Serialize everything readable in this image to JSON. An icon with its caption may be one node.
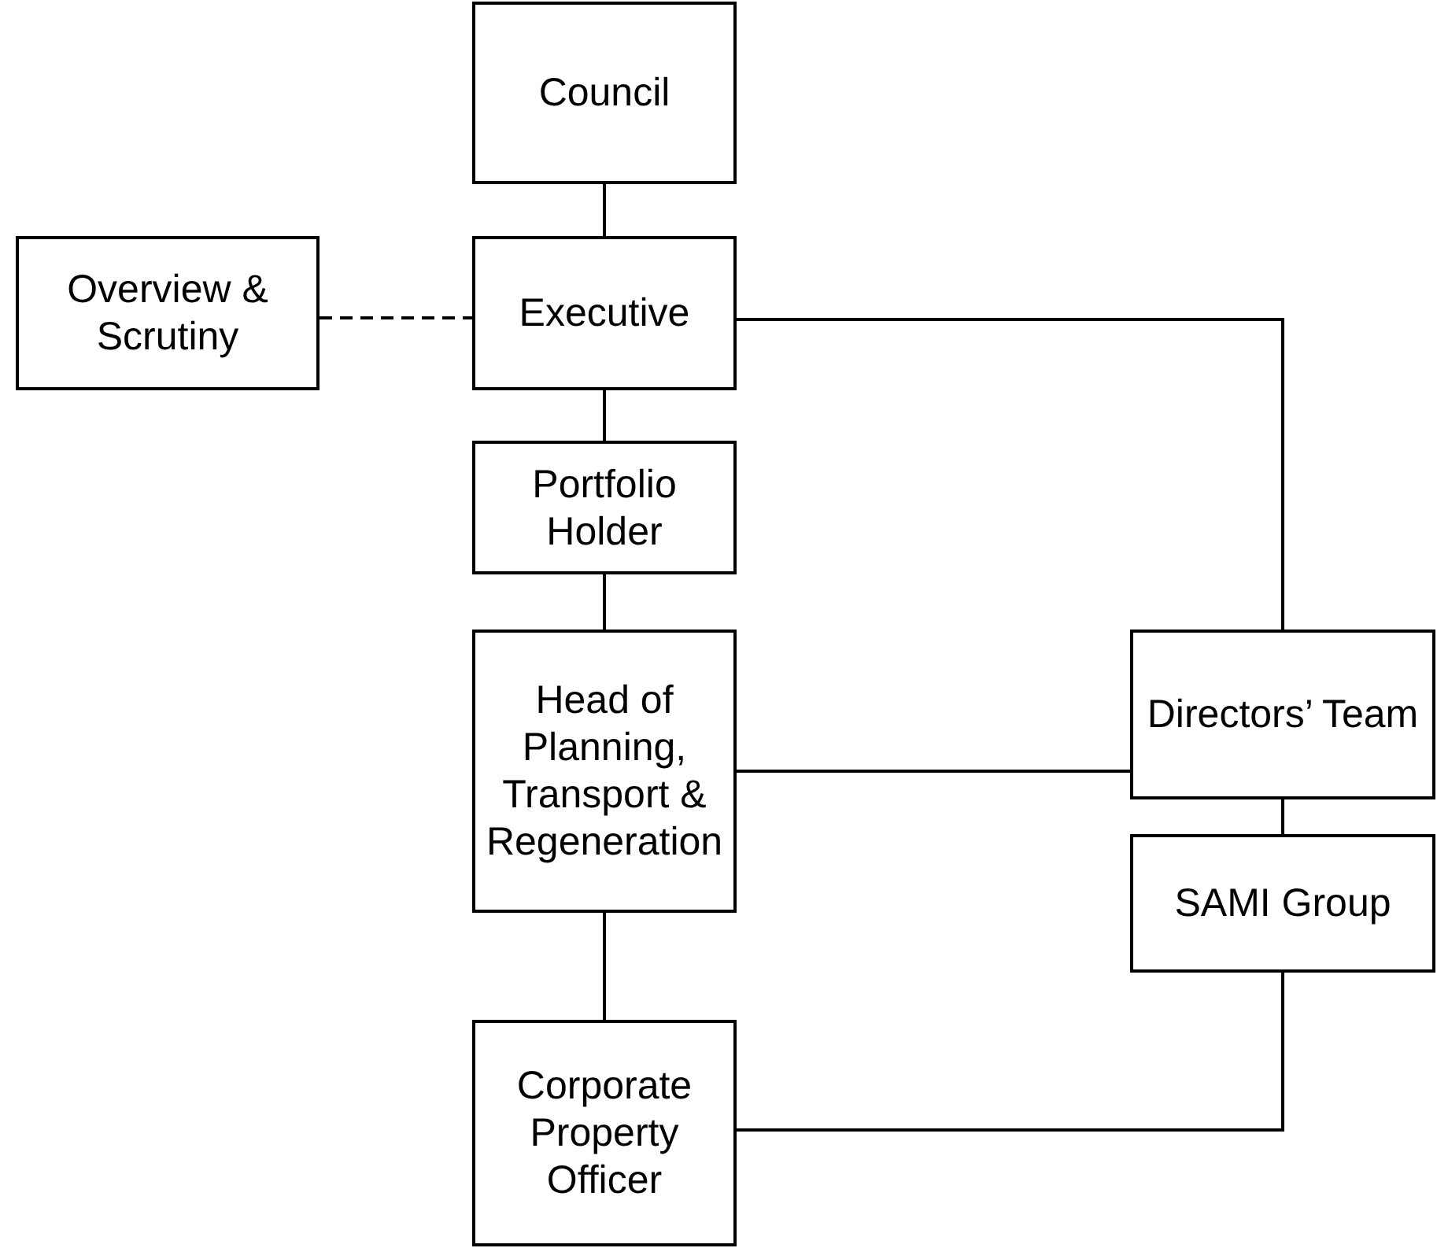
{
  "diagram": {
    "nodes": [
      {
        "text": [
          "Council"
        ]
      },
      {
        "text": [
          "Overview & Scrutiny"
        ]
      },
      {
        "text": [
          "Executive"
        ]
      },
      {
        "text": [
          "Portfolio Holder"
        ]
      },
      {
        "text": [
          "Head of Planning, Transport & Regeneration"
        ]
      },
      {
        "text": [
          "Directors’ Team"
        ]
      },
      {
        "text": [
          "SAMI Group"
        ]
      },
      {
        "text": [
          "Corporate Property Officer"
        ]
      }
    ],
    "edges": [
      {
        "from": 0,
        "to": 2,
        "arrow": "none"
      },
      {
        "from": 1,
        "to": 2,
        "arrow": "none",
        "style": "dashed"
      },
      {
        "from": 2,
        "to": 5,
        "arrow": "none"
      },
      {
        "from": 2,
        "to": 3,
        "arrow": "none"
      },
      {
        "from": 3,
        "to": 4,
        "arrow": "none"
      },
      {
        "from": 4,
        "to": 5,
        "arrow": "none"
      },
      {
        "from": 5,
        "to": 6,
        "arrow": "none"
      },
      {
        "from": 4,
        "to": 7,
        "arrow": "none"
      },
      {
        "from": 7,
        "to": 6,
        "arrow": "none"
      }
    ]
  }
}
